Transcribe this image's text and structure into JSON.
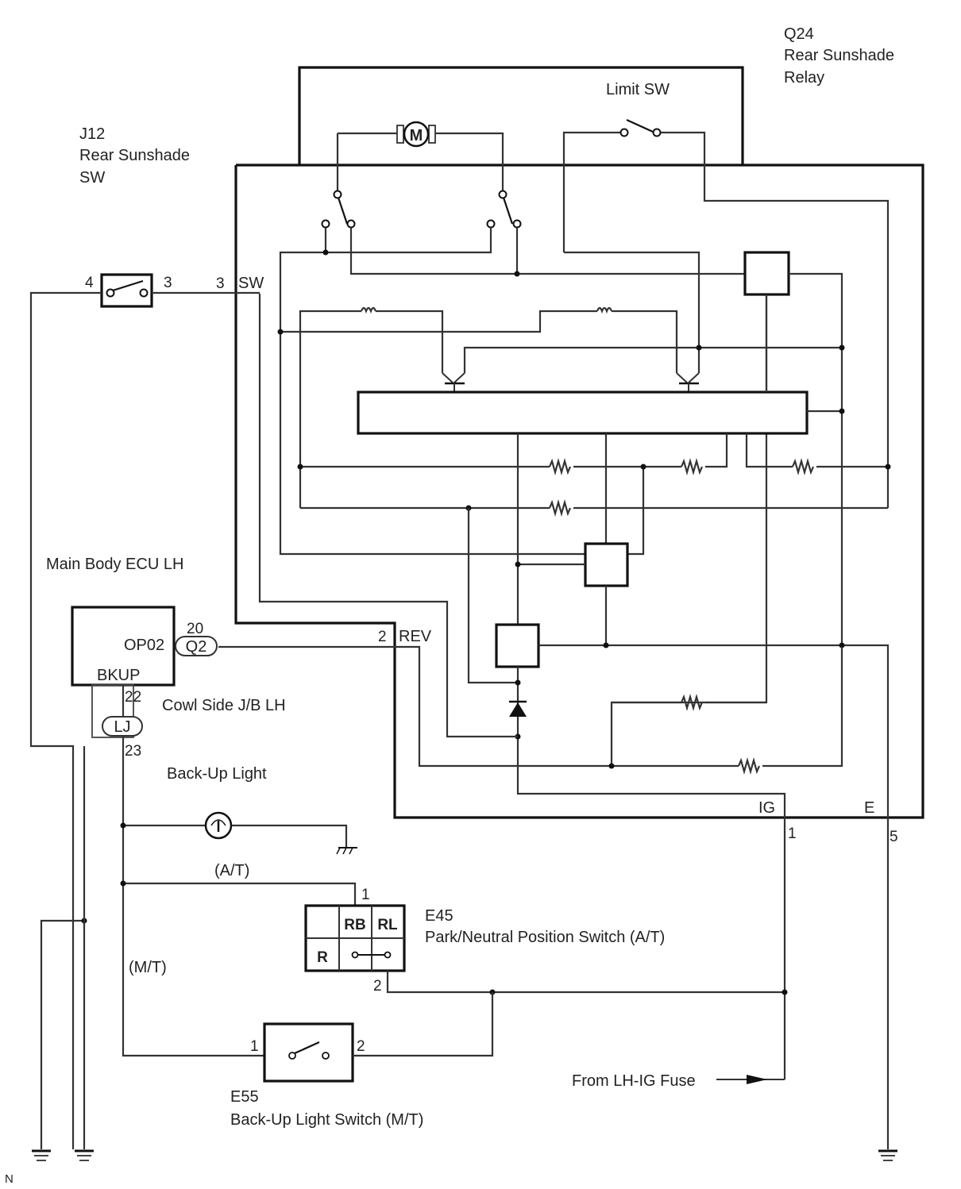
{
  "components": {
    "relay": {
      "code": "Q24",
      "name_line1": "Rear Sunshade",
      "name_line2": "Relay"
    },
    "limit_switch": {
      "label": "Limit SW"
    },
    "motor": {
      "label": "M"
    },
    "sunshade_switch": {
      "code": "J12",
      "name_line1": "Rear Sunshade",
      "name_line2": "SW",
      "pin_left": "4",
      "pin_right": "3"
    },
    "ecu": {
      "name": "Main Body ECU LH",
      "terminal_out": "OP02",
      "terminal_in": "BKUP",
      "pin_out": "20",
      "connector_out": "Q2"
    },
    "junction_block": {
      "name": "Cowl Side J/B LH",
      "connector": "LJ",
      "pin_top": "22",
      "pin_bottom": "23"
    },
    "backup_light": {
      "label": "Back-Up Light"
    },
    "pn_switch": {
      "code": "E45",
      "name": "Park/Neutral Position Switch (A/T)",
      "pin_top": "1",
      "pin_bottom": "2",
      "grid": {
        "r1c2": "RB",
        "r1c3": "RL",
        "r2c1": "R"
      }
    },
    "backup_switch": {
      "code": "E55",
      "name": "Back-Up Light Switch (M/T)",
      "pin_left": "1",
      "pin_right": "2"
    }
  },
  "relay_terminals": {
    "sw": {
      "pin": "3",
      "label": "SW"
    },
    "rev": {
      "pin": "2",
      "label": "REV"
    },
    "ig": {
      "pin": "1",
      "label": "IG"
    },
    "e": {
      "pin": "5",
      "label": "E"
    }
  },
  "branch_labels": {
    "at": "(A/T)",
    "mt": "(M/T)"
  },
  "fuse_source": "From LH-IG Fuse",
  "corner_mark": "N"
}
